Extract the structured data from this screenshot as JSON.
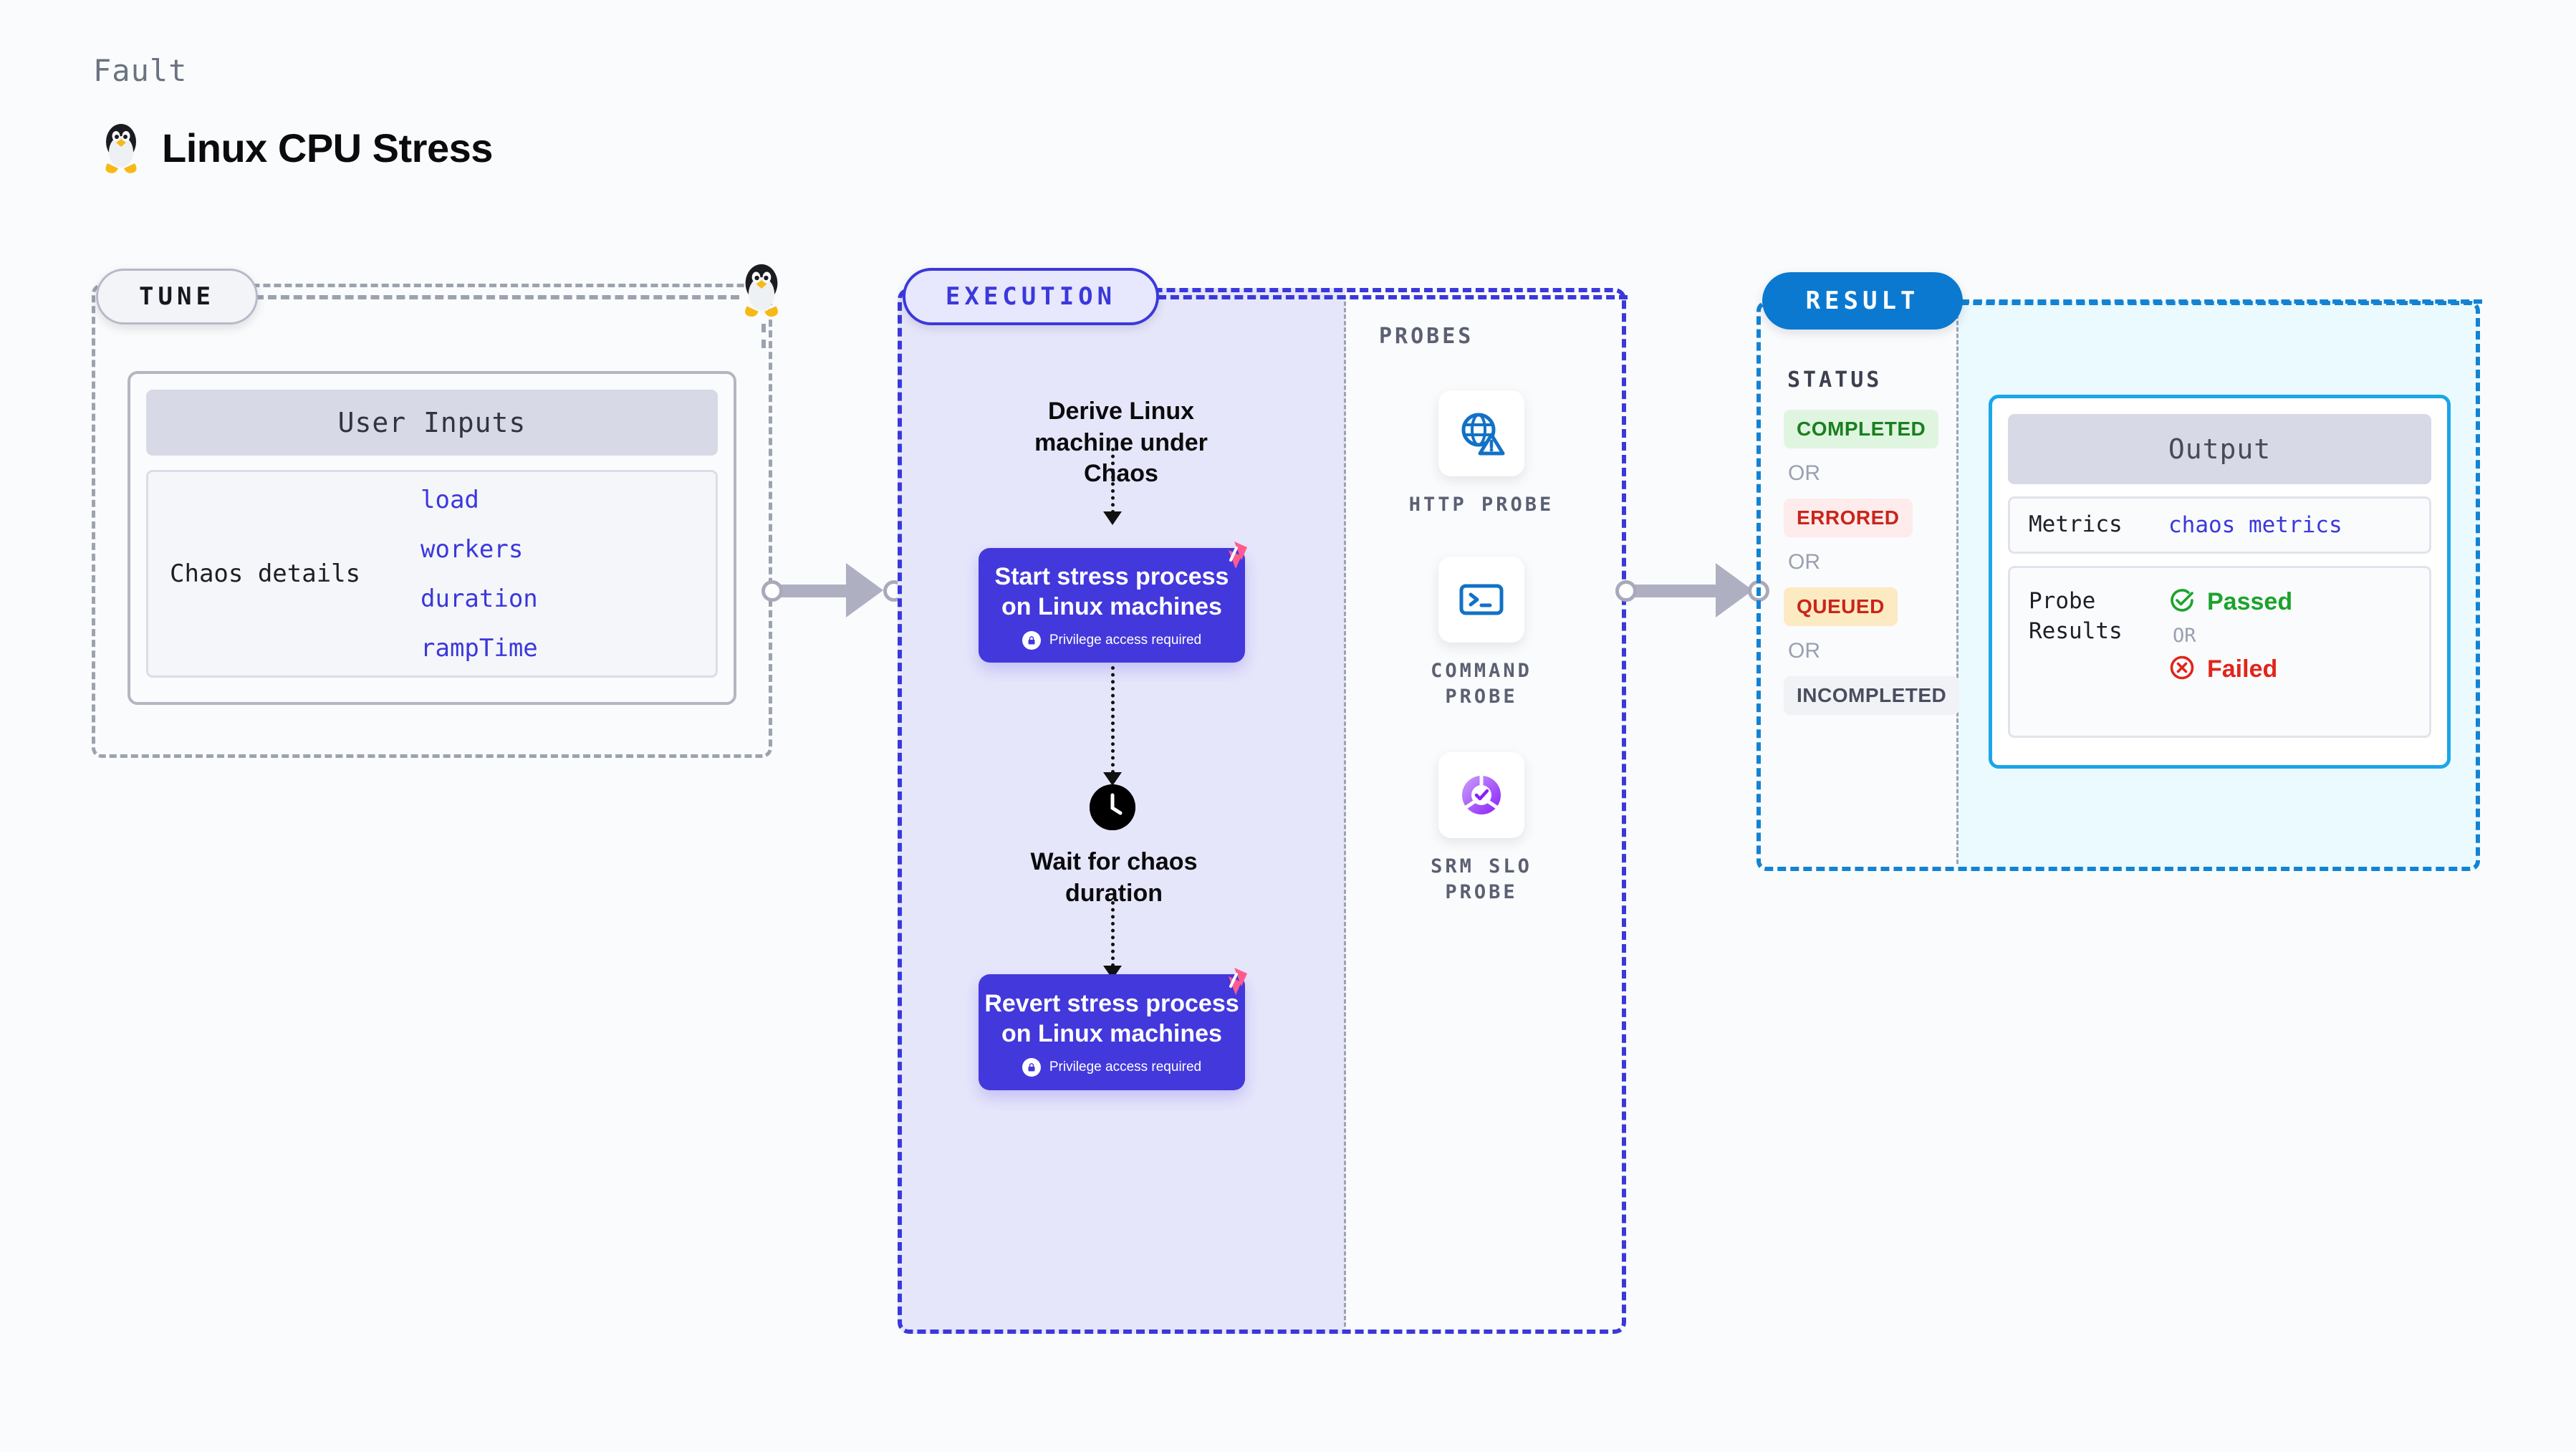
{
  "header": {
    "kicker": "Fault",
    "title": "Linux CPU Stress",
    "icon": "linux-penguin-icon"
  },
  "tune": {
    "pill_label": "TUNE",
    "card_title": "User Inputs",
    "row_label": "Chaos details",
    "inputs": [
      "load",
      "workers",
      "duration",
      "rampTime"
    ],
    "connector_icon": "linux-penguin-icon"
  },
  "execution": {
    "pill_label": "EXECUTION",
    "steps": [
      {
        "type": "text",
        "title": "Derive Linux machine under Chaos"
      },
      {
        "type": "box",
        "title": "Start stress process on Linux machines",
        "note": "Privilege access required",
        "note_icon": "lock-icon",
        "badge_icon": "harness-logo-icon"
      },
      {
        "type": "wait",
        "title": "Wait for chaos duration",
        "icon": "clock-icon"
      },
      {
        "type": "box",
        "title": "Revert stress process on Linux machines",
        "note": "Privilege access required",
        "note_icon": "lock-icon",
        "badge_icon": "harness-logo-icon"
      }
    ]
  },
  "probes": {
    "title": "PROBES",
    "items": [
      {
        "label": "HTTP PROBE",
        "icon": "globe-warning-icon"
      },
      {
        "label": "COMMAND PROBE",
        "icon": "terminal-icon"
      },
      {
        "label": "SRM SLO PROBE",
        "icon": "slo-check-icon"
      }
    ]
  },
  "result": {
    "pill_label": "RESULT",
    "status_title": "STATUS",
    "or_label": "OR",
    "statuses": [
      {
        "label": "COMPLETED",
        "color": "#1a7f1f",
        "bg": "#dff5e0"
      },
      {
        "label": "ERRORED",
        "color": "#c9251b",
        "bg": "#fdeceb"
      },
      {
        "label": "QUEUED",
        "color": "#c9251b",
        "bg": "#fcebc2"
      },
      {
        "label": "INCOMPLETED",
        "color": "#4a4d5e",
        "bg": "#f1f2f6"
      }
    ],
    "output": {
      "title": "Output",
      "metrics_key": "Metrics",
      "metrics_value": "chaos metrics",
      "probe_key": "Probe Results",
      "passed_label": "Passed",
      "passed_icon": "check-circle-icon",
      "or_label": "OR",
      "failed_label": "Failed",
      "failed_icon": "x-circle-icon"
    }
  },
  "colors": {
    "page_bg": "#fafbfc",
    "accent_purple": "#3b38db",
    "step_purple": "#4338db",
    "accent_blue": "#0b79d0",
    "result_fill": "#eafaff",
    "exec_fill": "#e6e6fb",
    "pink_badge": "#ff5c8d",
    "probe_blue": "#1271c6",
    "slo_purple": "#a24dfb"
  }
}
